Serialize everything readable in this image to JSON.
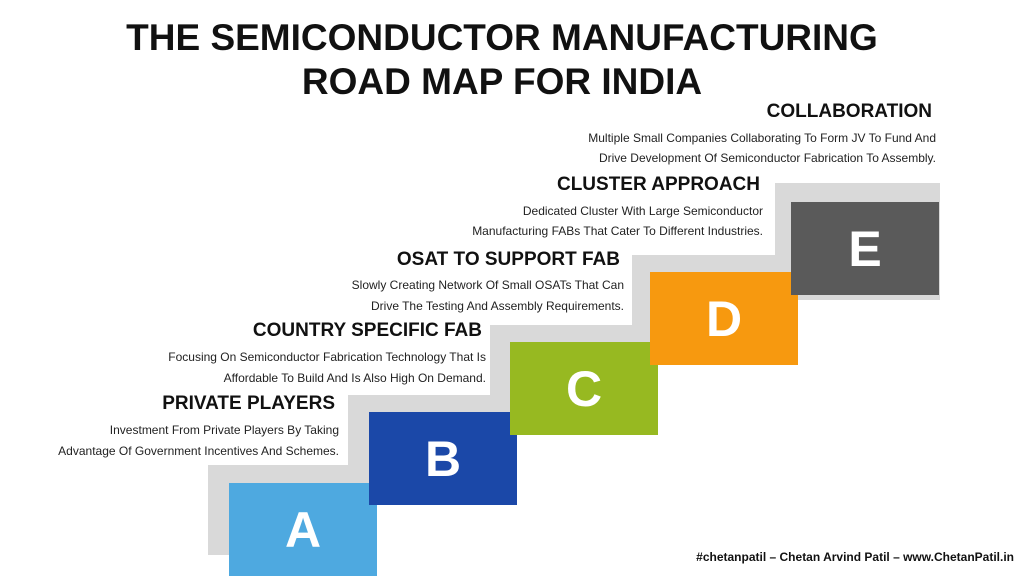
{
  "title": {
    "line1": "THE SEMICONDUCTOR MANUFACTURING",
    "line2": "ROAD MAP FOR INDIA"
  },
  "steps": [
    {
      "letter": "A",
      "color": "#4ea9e0",
      "heading": "PRIVATE PLAYERS",
      "desc1": "Investment From Private Players By Taking",
      "desc2": "Advantage Of Government Incentives And Schemes."
    },
    {
      "letter": "B",
      "color": "#1b48a8",
      "heading": "COUNTRY SPECIFIC FAB",
      "desc1": "Focusing On Semiconductor Fabrication Technology That Is",
      "desc2": "Affordable To Build And Is Also High On Demand."
    },
    {
      "letter": "C",
      "color": "#97b921",
      "heading": "OSAT TO SUPPORT FAB",
      "desc1": "Slowly Creating Network Of Small OSATs That Can",
      "desc2": "Drive The Testing And Assembly Requirements."
    },
    {
      "letter": "D",
      "color": "#f7990f",
      "heading": "CLUSTER APPROACH",
      "desc1": "Dedicated Cluster With Large Semiconductor",
      "desc2": "Manufacturing FABs That Cater To Different Industries."
    },
    {
      "letter": "E",
      "color": "#5a5a5a",
      "heading": "COLLABORATION",
      "desc1": "Multiple Small Companies Collaborating To Form JV To Fund And",
      "desc2": "Drive Development Of Semiconductor Fabrication To Assembly."
    }
  ],
  "staircase_color": "#d9d9d9",
  "footer": "#chetanpatil – Chetan Arvind Patil – www.ChetanPatil.in"
}
